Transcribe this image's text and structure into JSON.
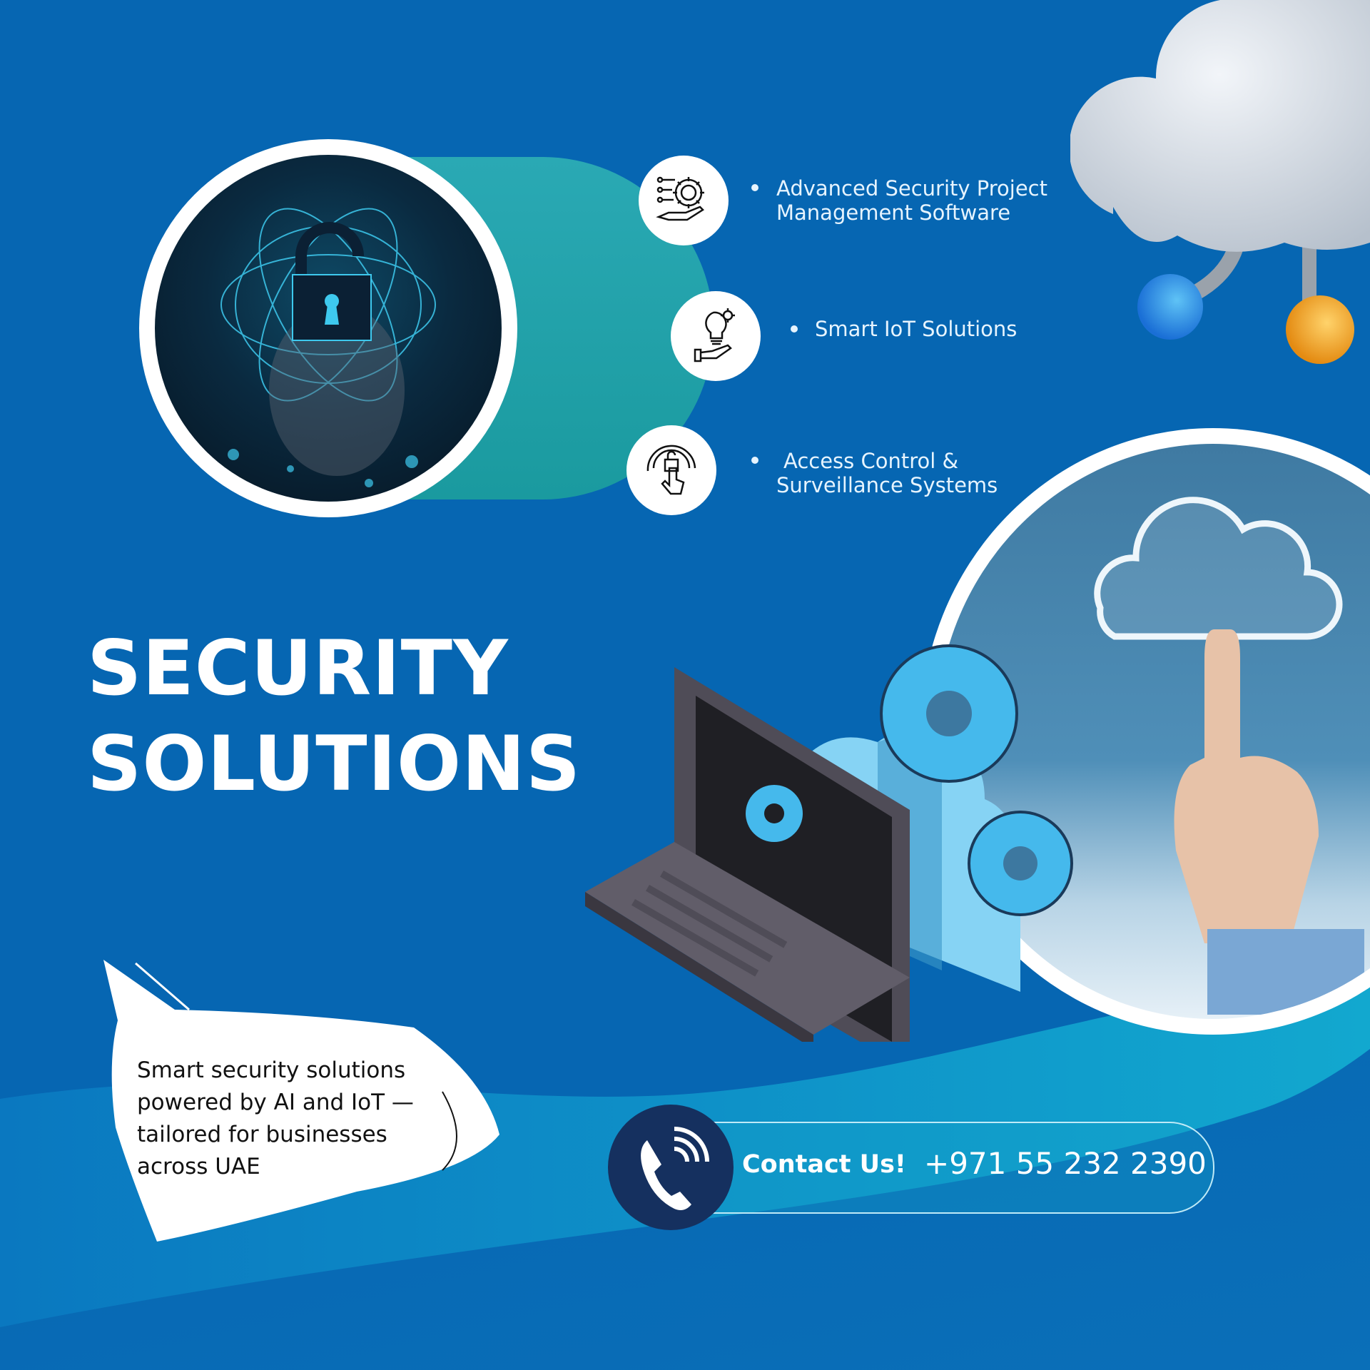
{
  "title": {
    "line1": "SECURITY",
    "line2": "SOLUTIONS"
  },
  "features": [
    {
      "icon": "gear-hand-circuit-icon",
      "line1": "Advanced Security Project",
      "line2": "Management Software"
    },
    {
      "icon": "lightbulb-gear-hand-icon",
      "line1": "Smart IoT Solutions",
      "line2": ""
    },
    {
      "icon": "touch-lock-icon",
      "line1": "Access Control &",
      "line2": "Surveillance Systems"
    }
  ],
  "bubble": {
    "lines": [
      "Smart security solutions",
      "powered by AI and IoT —",
      "tailored for businesses",
      "across UAE"
    ]
  },
  "contact": {
    "label": "Contact Us!",
    "phone": "+971 55 232 2390",
    "icon": "phone-icon"
  },
  "images": {
    "lock": "padlock-hologram-photo",
    "cloud3d": "3d-cloud-with-nodes",
    "laptop": "isometric-laptop-cloud-gears",
    "hand": "hand-pointing-cloud-photo"
  },
  "colors": {
    "background": "#0666b2",
    "teal": "#22a4ae",
    "navy": "#15305f",
    "light_blue": "#42b8ec",
    "white": "#ffffff"
  }
}
